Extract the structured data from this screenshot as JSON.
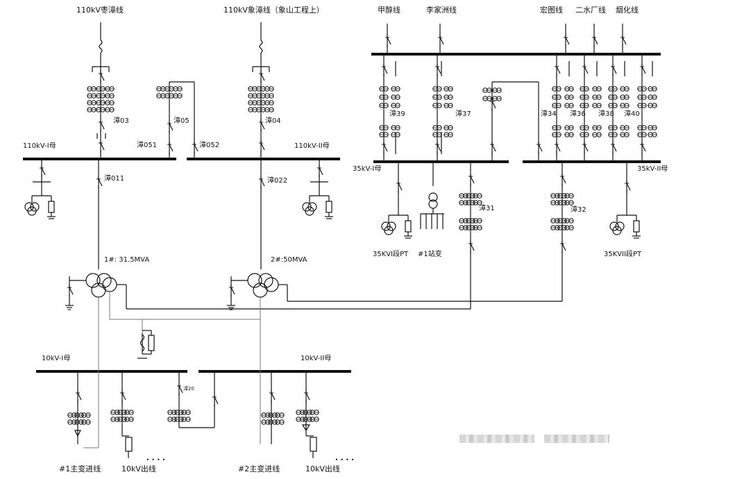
{
  "lines": {
    "zaozhang": "110kV枣漳线",
    "xiangzhang": "110kV象漳线（象山工程上）",
    "jiachun": "甲醇线",
    "lijiazhou": "李家洲线",
    "hongtu": "宏图线",
    "ershuichang": "二水厂线",
    "yanhua": "烟化线"
  },
  "buses": {
    "bus110_1": "110kV-I母",
    "bus110_2": "110kV-II母",
    "bus35_1": "35kV-I母",
    "bus35_2": "35kV-II母",
    "bus10_1": "10kV-I母",
    "bus10_2": "10kV-II母"
  },
  "switches": {
    "s03": "漳03",
    "s05": "漳05",
    "s04": "漳04",
    "s051": "漳051",
    "s052": "漳052",
    "s011": "漳011",
    "s022": "漳022",
    "s39": "漳39",
    "s37": "漳37",
    "s34": "漳34",
    "s36": "漳36",
    "s38": "漳38",
    "s40": "漳40",
    "s31": "漳31",
    "s32": "漳32",
    "s20": "漳20"
  },
  "transformers": {
    "t1": "1#: 31.5MVA",
    "t2": "2#:50MVA"
  },
  "labels": {
    "pt35_1": "35KVI段PT",
    "station_tx": "#1站变",
    "pt35_2": "35KVII段PT",
    "main_in_1": "#1主变进线",
    "out_10_1": "10kV出线",
    "main_in_2": "#2主变进线",
    "out_10_2": "10kV出线",
    "dots": "····"
  }
}
